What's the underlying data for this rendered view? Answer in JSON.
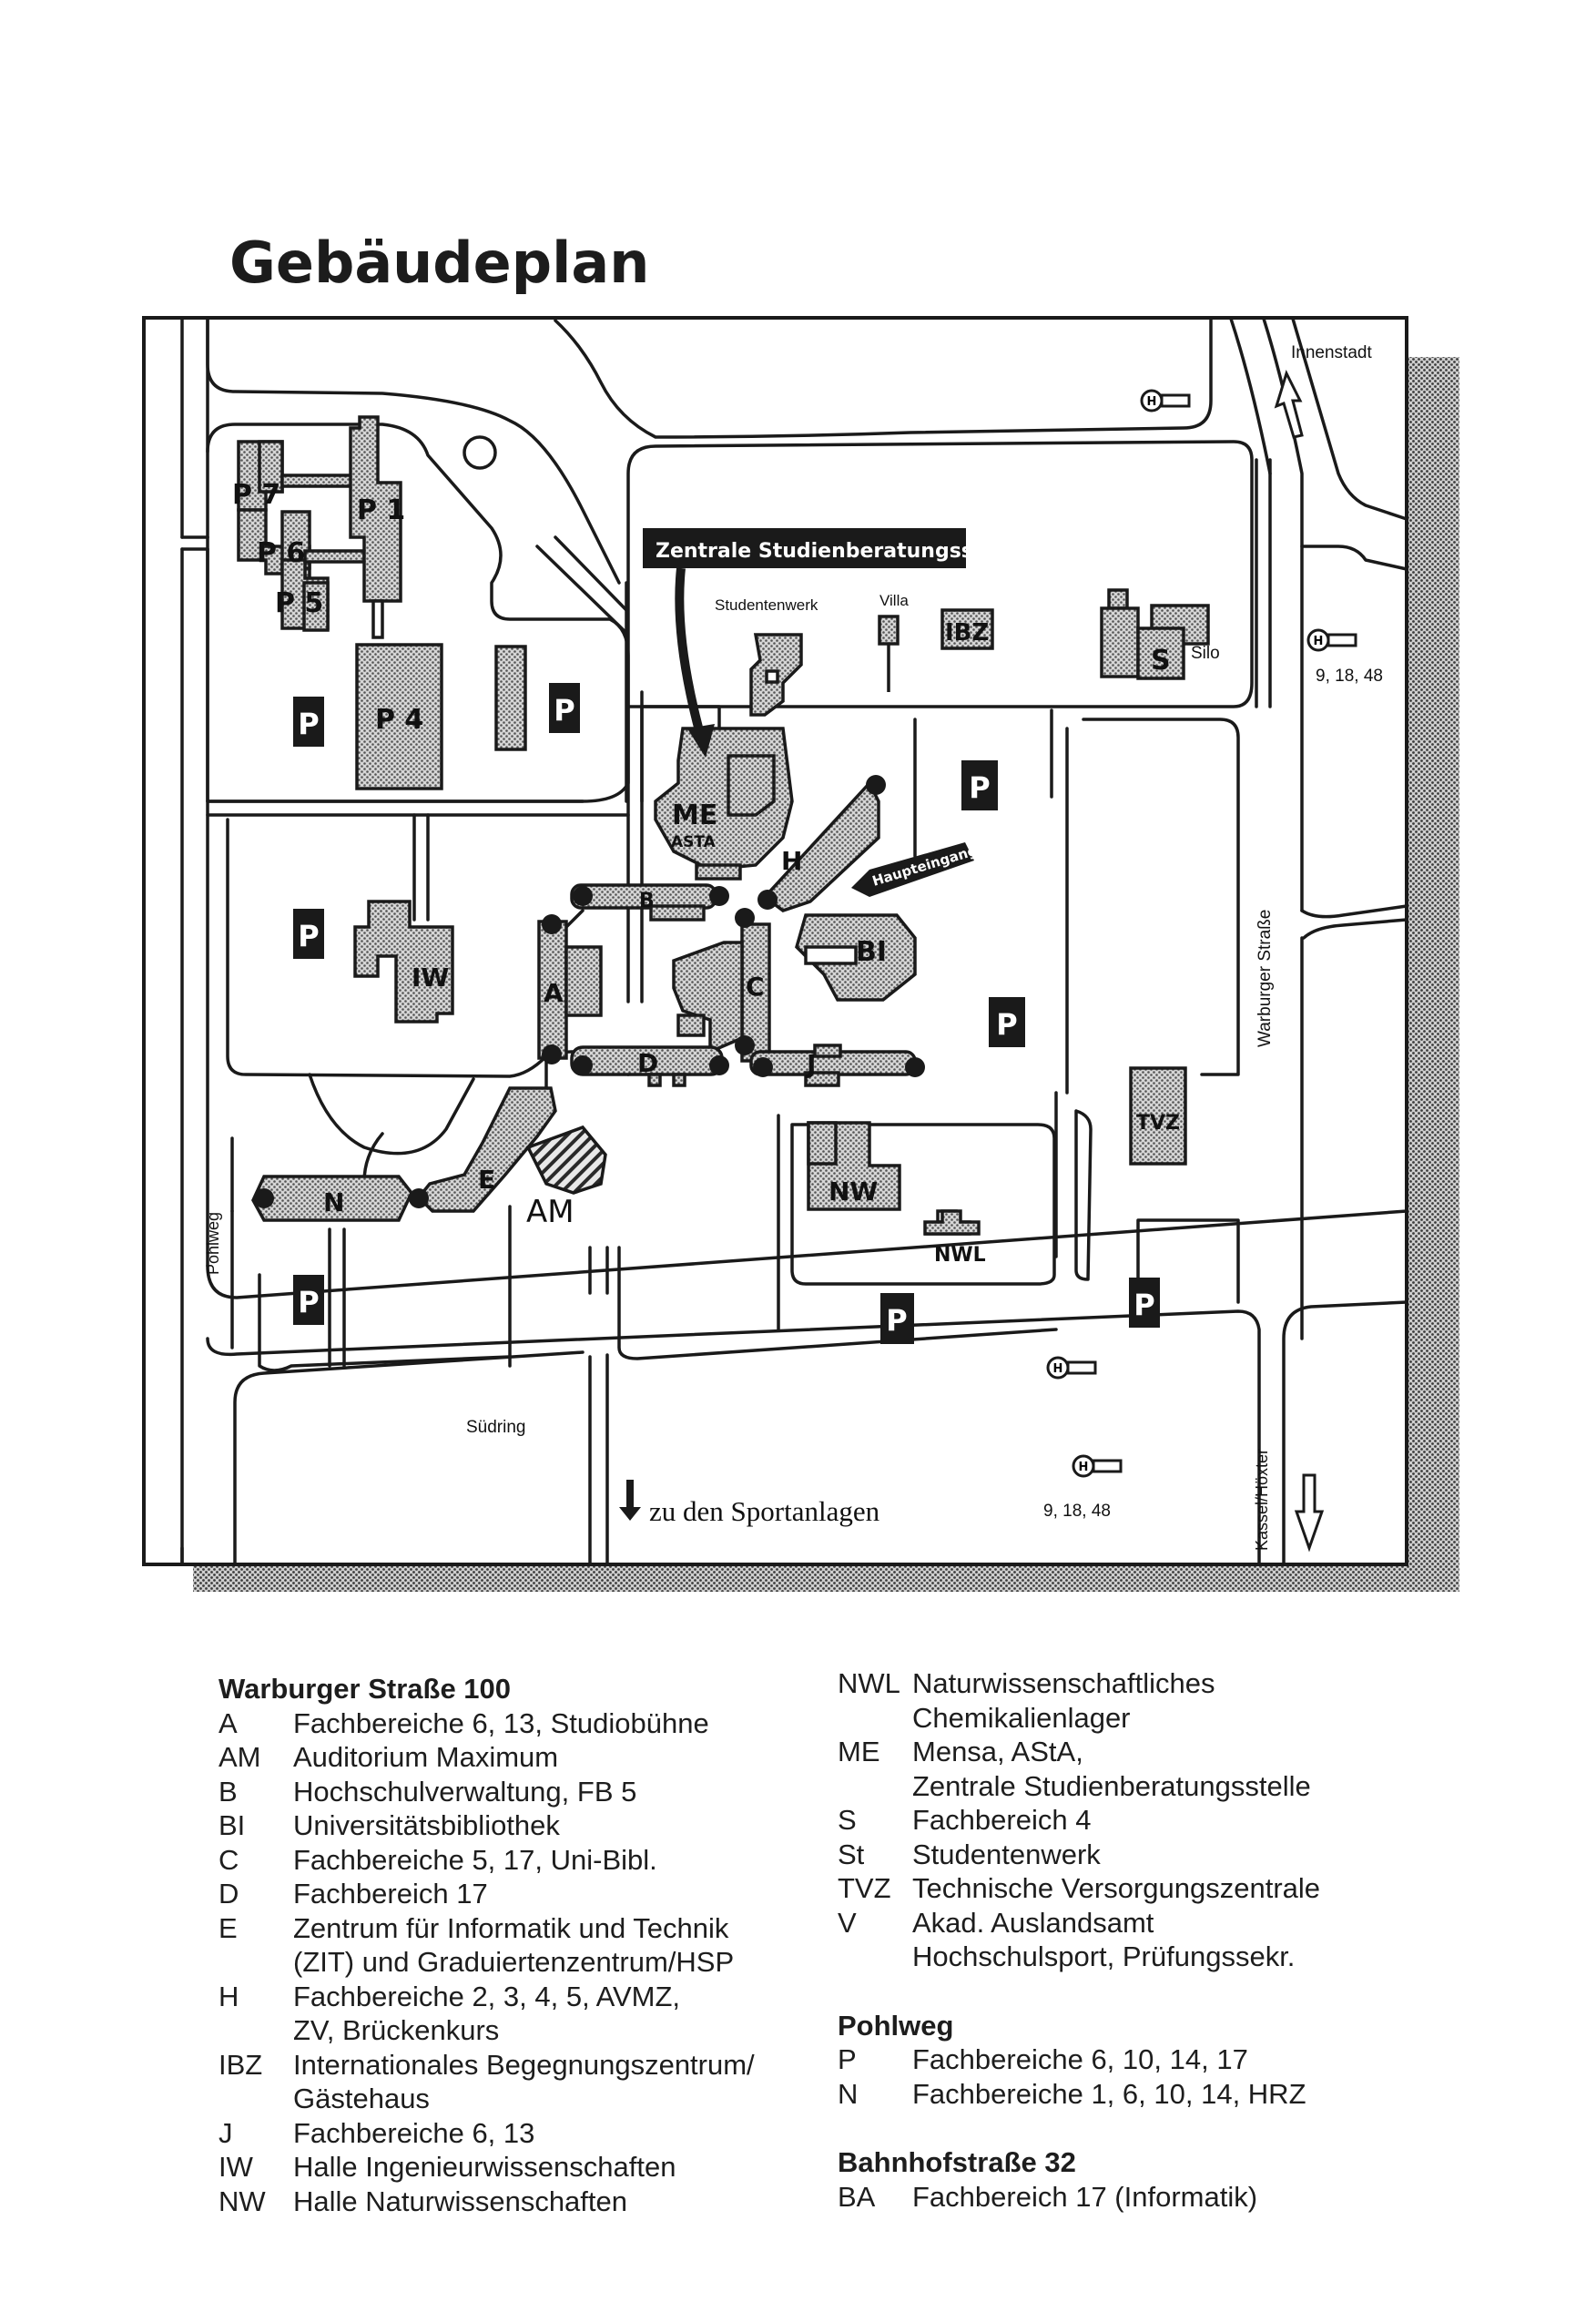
{
  "title": "Gebäudeplan",
  "colors": {
    "ink": "#1a1a1a",
    "building_fill": "#bdbdbd",
    "paper": "#ffffff",
    "shadow": "#9a9a9a"
  },
  "map": {
    "callout": "Zentrale Studienberatungsstelle",
    "main_entrance": "Haupteingang",
    "labels": {
      "innenstadt": "Innenstadt",
      "studentenwerk": "Studentenwerk",
      "villa": "Villa",
      "silo": "Silo",
      "warburger_strasse": "Warburger Straße",
      "pohlweg": "Pohlweg",
      "suedring": "Südring",
      "kassel_hoexter": "Kassel/Höxter",
      "sportanlagen": "zu den Sportanlagen",
      "bus_lines_1": "9, 18, 48",
      "bus_lines_2": "9, 18, 48"
    },
    "buildings": {
      "P1": "P 1",
      "P4": "P 4",
      "P5": "P 5",
      "P6": "P 6",
      "P7": "P 7",
      "ME": "ME",
      "ASTA": "ASTA",
      "IBZ": "IBZ",
      "S": "S",
      "H": "H",
      "B": "B",
      "A": "A",
      "C": "C",
      "D": "D",
      "J": "J",
      "BI": "BI",
      "IW": "IW",
      "E": "E",
      "N": "N",
      "AM": "AM",
      "NW": "NW",
      "NWL": "NWL",
      "TVZ": "TVZ"
    },
    "parking_label": "P",
    "bus_stop_label": "H"
  },
  "legend": {
    "warburger": {
      "heading": "Warburger Straße 100",
      "entries": [
        {
          "code": "A",
          "lines": [
            "Fachbereiche 6, 13, Studiobühne"
          ]
        },
        {
          "code": "AM",
          "lines": [
            "Auditorium Maximum"
          ]
        },
        {
          "code": "B",
          "lines": [
            "Hochschulverwaltung, FB 5"
          ]
        },
        {
          "code": "BI",
          "lines": [
            "Universitätsbibliothek"
          ]
        },
        {
          "code": "C",
          "lines": [
            "Fachbereiche 5, 17, Uni-Bibl."
          ]
        },
        {
          "code": "D",
          "lines": [
            "Fachbereich 17"
          ]
        },
        {
          "code": "E",
          "lines": [
            "Zentrum für Informatik und Technik",
            "(ZIT) und Graduiertenzentrum/HSP"
          ]
        },
        {
          "code": "H",
          "lines": [
            "Fachbereiche 2, 3, 4, 5, AVMZ,",
            "ZV, Brückenkurs"
          ]
        },
        {
          "code": "IBZ",
          "lines": [
            "Internationales Begegnungszentrum/",
            "Gästehaus"
          ]
        },
        {
          "code": "J",
          "lines": [
            "Fachbereiche 6, 13"
          ]
        },
        {
          "code": "IW",
          "lines": [
            "Halle Ingenieurwissenschaften"
          ]
        },
        {
          "code": "NW",
          "lines": [
            "Halle Naturwissenschaften"
          ]
        },
        {
          "code": "NWL",
          "lines": [
            "Naturwissenschaftliches",
            "Chemikalienlager"
          ]
        },
        {
          "code": "ME",
          "lines": [
            "Mensa, AStA,",
            "Zentrale Studienberatungsstelle"
          ]
        },
        {
          "code": "S",
          "lines": [
            "Fachbereich 4"
          ]
        },
        {
          "code": "St",
          "lines": [
            "Studentenwerk"
          ]
        },
        {
          "code": "TVZ",
          "lines": [
            "Technische Versorgungszentrale"
          ]
        },
        {
          "code": "V",
          "lines": [
            "Akad. Auslandsamt",
            "Hochschulsport, Prüfungssekr."
          ]
        }
      ]
    },
    "pohlweg": {
      "heading": "Pohlweg",
      "entries": [
        {
          "code": "P",
          "lines": [
            "Fachbereiche 6, 10, 14, 17"
          ]
        },
        {
          "code": "N",
          "lines": [
            "Fachbereiche 1, 6, 10, 14, HRZ"
          ]
        }
      ]
    },
    "bahnhof": {
      "heading": "Bahnhofstraße 32",
      "entries": [
        {
          "code": "BA",
          "lines": [
            "Fachbereich 17 (Informatik)"
          ]
        }
      ]
    }
  }
}
